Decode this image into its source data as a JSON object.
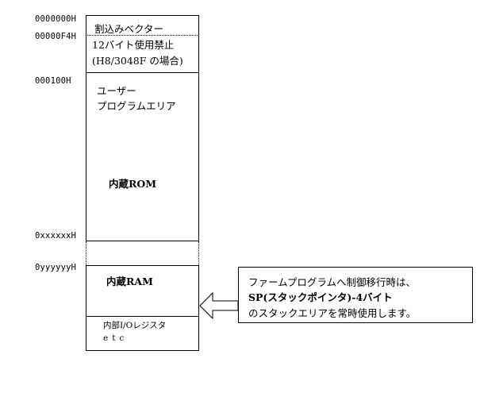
{
  "addresses": {
    "a0": "0000000H",
    "a1": "00000F4H",
    "a2": "000100H",
    "a3": "0xxxxxxH",
    "a4": "0yyyyyyH"
  },
  "rom_block": {
    "vector_label": "割込みベクター",
    "reserved_line1": "12バイト使用禁止",
    "reserved_line2": "(H8/3048F の場合)",
    "user_line1": "ユーザー",
    "user_line2": "プログラムエリア",
    "rom_label": "内蔵ROM"
  },
  "ram_block": {
    "ram_label": "内蔵RAM",
    "io_label": "内部I/Oレジスタ",
    "etc_label": "etc"
  },
  "note": {
    "line1": "ファームプログラムへ制御移行時は、",
    "line2": "SP(スタックポインタ)-4バイト",
    "line3": "のスタックエリアを常時使用します。"
  }
}
